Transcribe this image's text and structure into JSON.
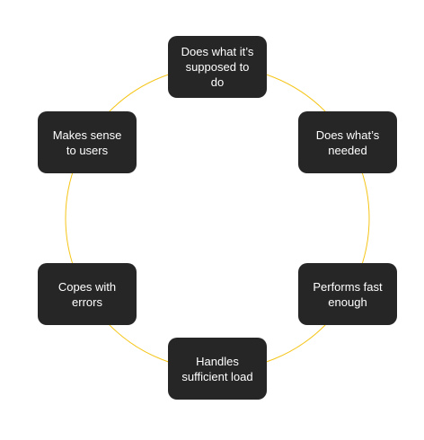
{
  "diagram": {
    "ring_color": "#f5c518",
    "node_color": "#262626",
    "text_color": "#ffffff",
    "nodes": [
      {
        "label": "Does what it’s\nsupposed to\ndo"
      },
      {
        "label": "Does what’s\nneeded"
      },
      {
        "label": "Performs fast\nenough"
      },
      {
        "label": "Handles\nsufficient load"
      },
      {
        "label": "Copes with\nerrors"
      },
      {
        "label": "Makes sense\nto users"
      }
    ]
  }
}
